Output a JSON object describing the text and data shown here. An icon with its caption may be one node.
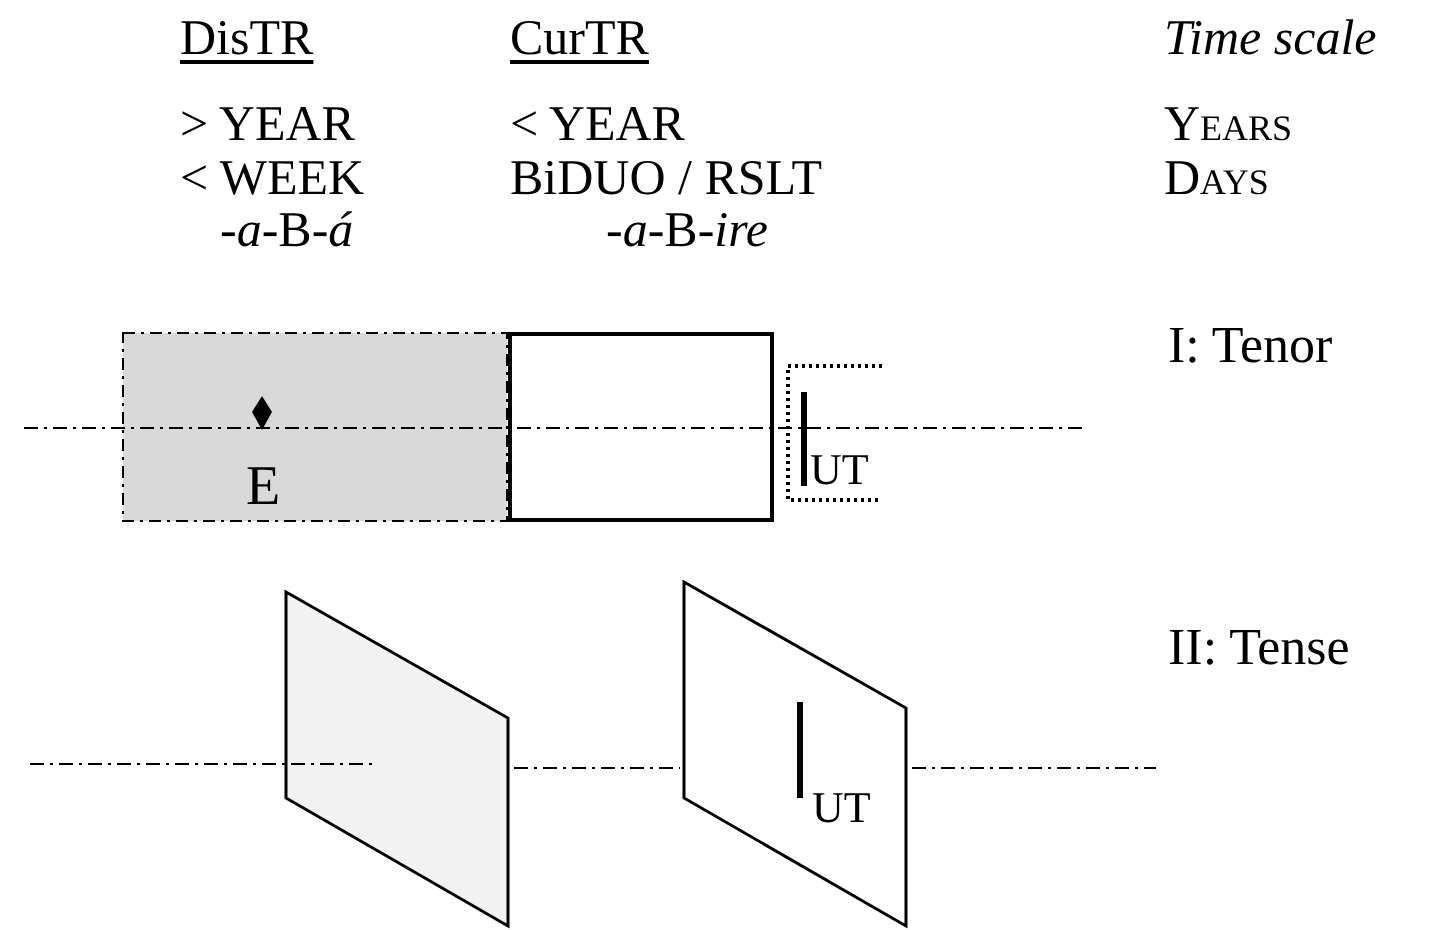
{
  "diagram": {
    "nodes": [
      {
        "text": [
          "E"
        ]
      },
      {
        "text": [],
        "shape": "box"
      },
      {
        "text": [
          "UT"
        ]
      },
      {
        "text": [],
        "shape": "box"
      },
      {
        "text": [
          "UT"
        ]
      }
    ],
    "labels": [
      "DisTR",
      "CurTR",
      "Time scale",
      "> YEAR",
      "< YEAR",
      "Years",
      "< WEEK",
      "BiDUO / RSLT",
      "Days",
      "-*a*-B-*á*",
      "-*a*-B-*ire*",
      "I: Tenor",
      "II: Tense"
    ]
  }
}
